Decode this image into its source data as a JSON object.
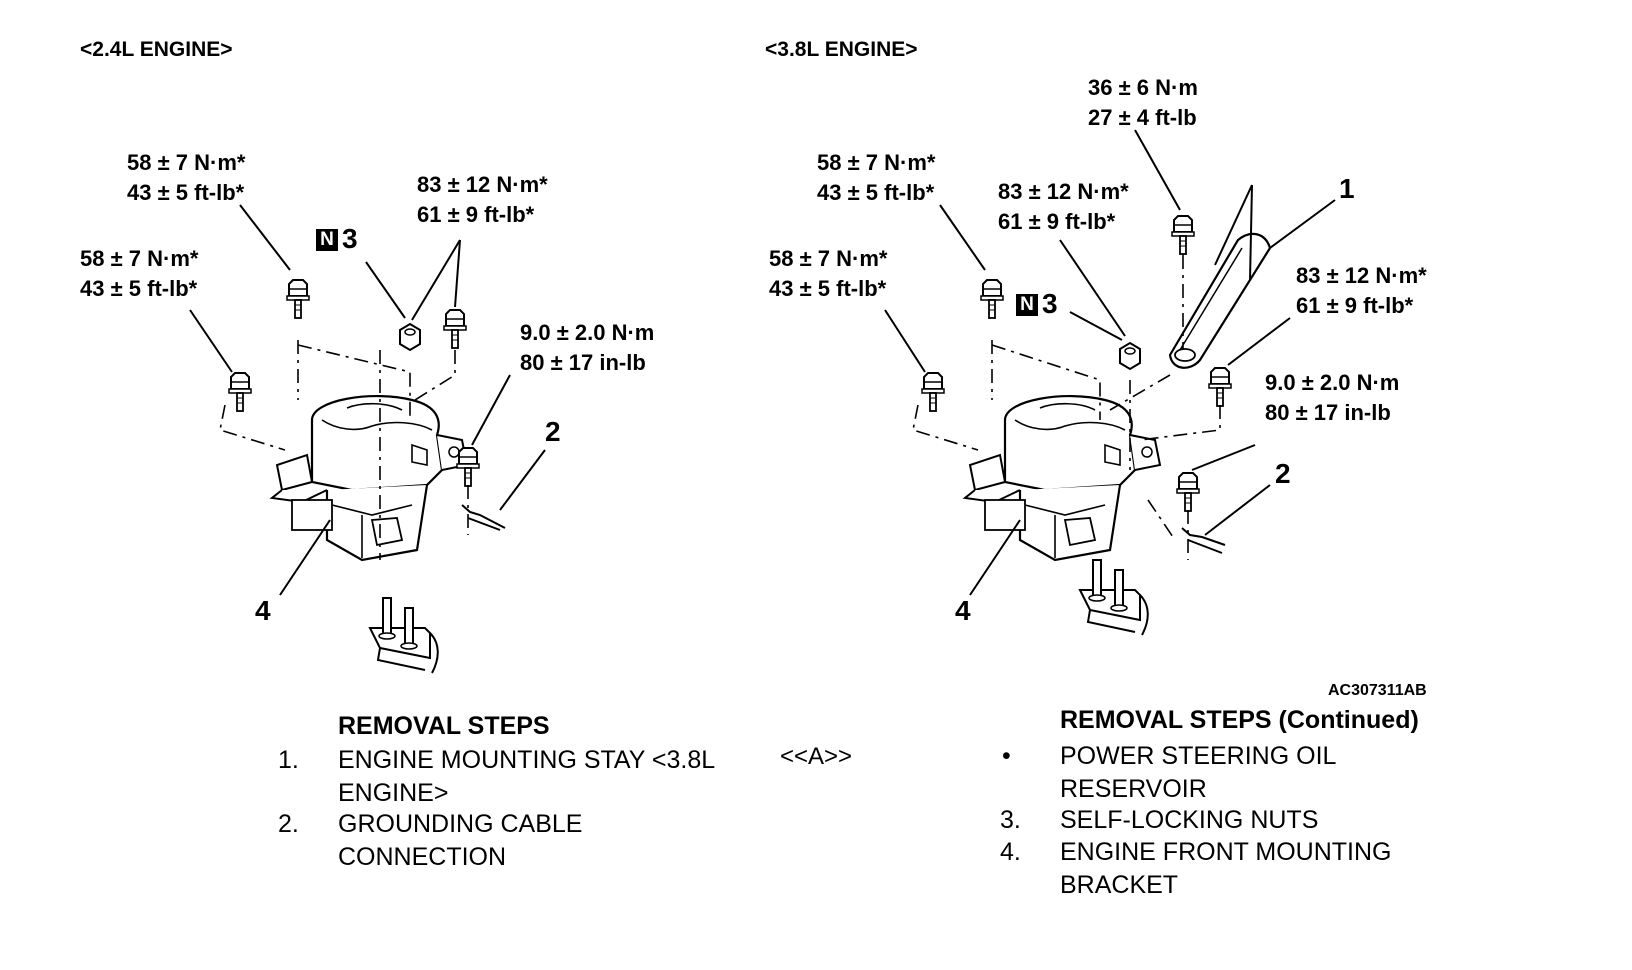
{
  "headers": {
    "left": "<2.4L ENGINE>",
    "right": "<3.8L ENGINE>"
  },
  "left_diagram": {
    "torque_top_bolt": [
      "58 ± 7 N·m*",
      "43 ± 5 ft-lb*"
    ],
    "torque_side_bolt": [
      "58 ± 7 N·m*",
      "43 ± 5 ft-lb*"
    ],
    "torque_nuts": [
      "83 ± 12 N·m*",
      "61 ± 9 ft-lb*"
    ],
    "torque_ground": [
      "9.0 ± 2.0 N·m",
      "80 ± 17 in-lb"
    ],
    "n_label": "N",
    "callouts": {
      "nut": "3",
      "ground": "2",
      "bracket": "4"
    }
  },
  "right_diagram": {
    "torque_stay": [
      "36 ± 6 N·m",
      "27 ± 4 ft-lb"
    ],
    "torque_top_bolt": [
      "58 ± 7 N·m*",
      "43 ± 5 ft-lb*"
    ],
    "torque_side_bolt": [
      "58 ± 7 N·m*",
      "43 ± 5 ft-lb*"
    ],
    "torque_nut": [
      "83 ± 12 N·m*",
      "61 ± 9 ft-lb*"
    ],
    "torque_stay_bolt": [
      "83 ± 12 N·m*",
      "61 ± 9 ft-lb*"
    ],
    "torque_ground": [
      "9.0 ± 2.0 N·m",
      "80 ± 17 in-lb"
    ],
    "n_label": "N",
    "callouts": {
      "stay": "1",
      "nut": "3",
      "ground": "2",
      "bracket": "4"
    }
  },
  "figure_code": "AC307311AB",
  "removal_steps": {
    "title": "REMOVAL STEPS",
    "items": [
      {
        "num": "1.",
        "lines": [
          "ENGINE MOUNTING STAY <3.8L",
          "ENGINE>"
        ]
      },
      {
        "num": "2.",
        "lines": [
          "GROUNDING CABLE",
          "CONNECTION"
        ]
      }
    ],
    "service_marker": "<<A>>"
  },
  "removal_steps_continued": {
    "title": "REMOVAL STEPS (Continued)",
    "items": [
      {
        "num": "•",
        "lines": [
          "POWER STEERING OIL",
          "RESERVOIR"
        ]
      },
      {
        "num": "3.",
        "lines": [
          "SELF-LOCKING NUTS"
        ]
      },
      {
        "num": "4.",
        "lines": [
          "ENGINE FRONT MOUNTING",
          "BRACKET"
        ]
      }
    ]
  }
}
